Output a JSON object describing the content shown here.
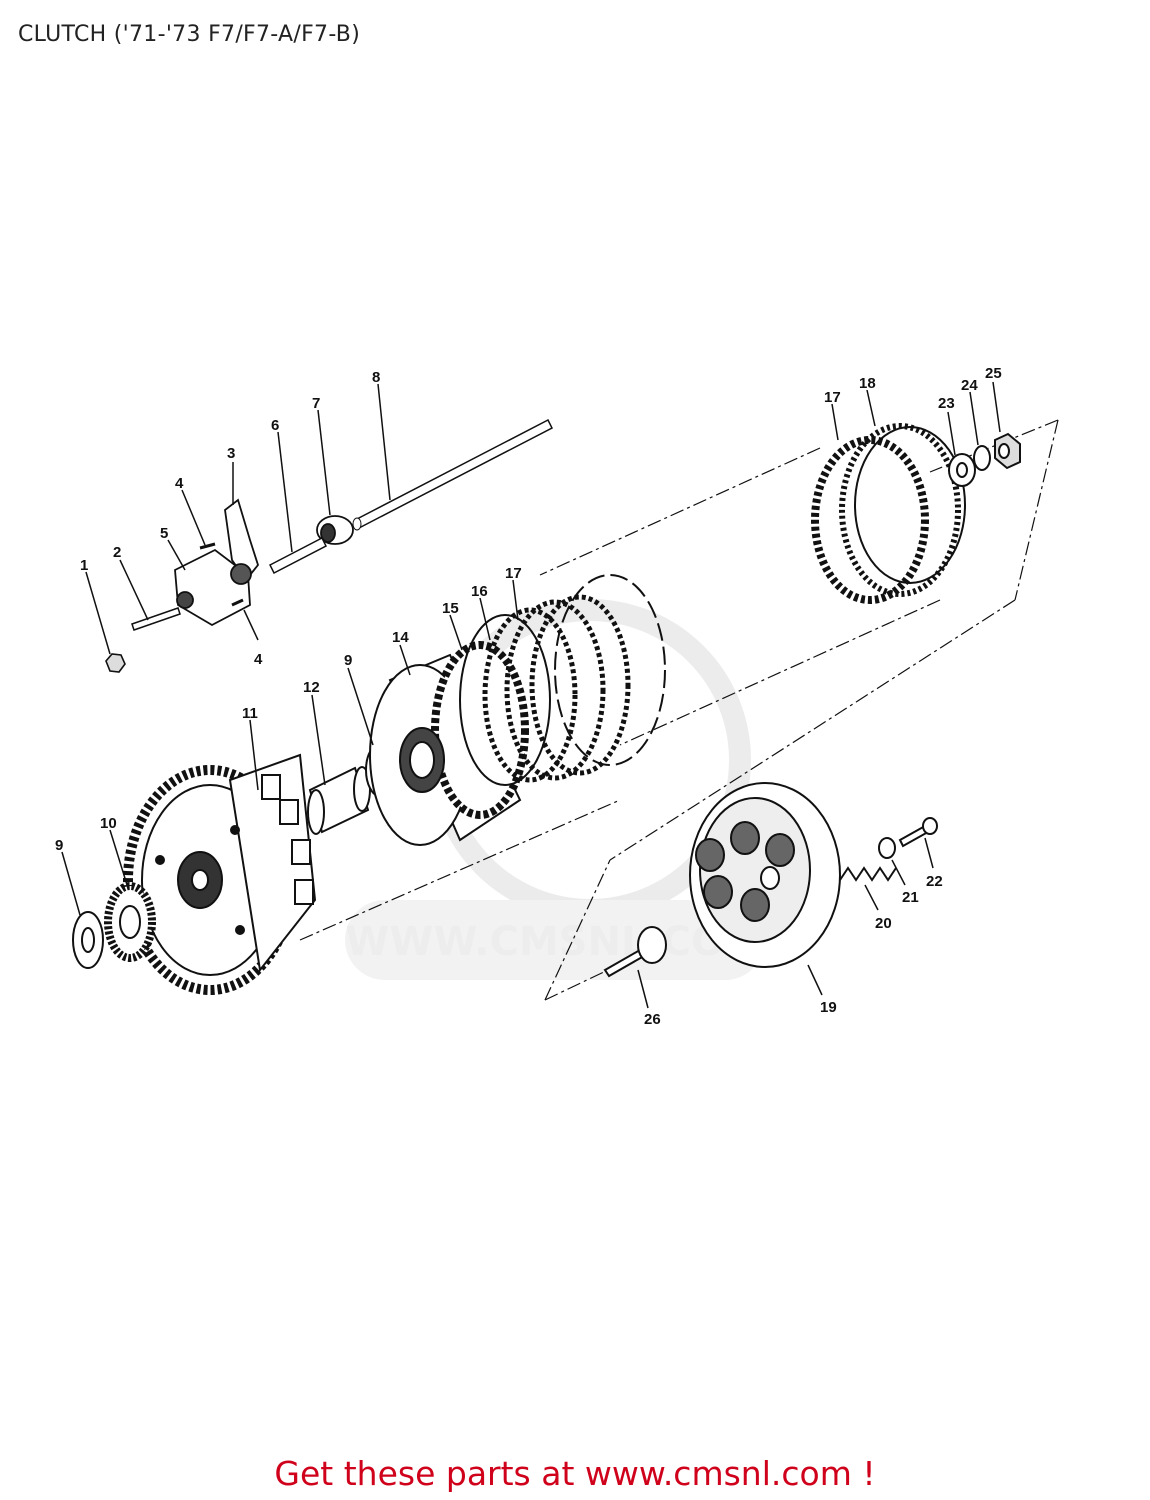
{
  "page": {
    "title": "CLUTCH ('71-'73 F7/F7-A/F7-B)",
    "footer": "Get these parts at www.cmsnl.com !"
  },
  "watermark": {
    "text": "WWW.CMSNL.COM"
  },
  "callouts": [
    {
      "id": "c1",
      "label": "1"
    },
    {
      "id": "c2",
      "label": "2"
    },
    {
      "id": "c3",
      "label": "3"
    },
    {
      "id": "c4a",
      "label": "4"
    },
    {
      "id": "c4b",
      "label": "4"
    },
    {
      "id": "c5",
      "label": "5"
    },
    {
      "id": "c6",
      "label": "6"
    },
    {
      "id": "c7",
      "label": "7"
    },
    {
      "id": "c8",
      "label": "8"
    },
    {
      "id": "c9a",
      "label": "9"
    },
    {
      "id": "c9b",
      "label": "9"
    },
    {
      "id": "c10",
      "label": "10"
    },
    {
      "id": "c11",
      "label": "11"
    },
    {
      "id": "c12",
      "label": "12"
    },
    {
      "id": "c14",
      "label": "14"
    },
    {
      "id": "c15",
      "label": "15"
    },
    {
      "id": "c16",
      "label": "16"
    },
    {
      "id": "c17a",
      "label": "17"
    },
    {
      "id": "c17b",
      "label": "17"
    },
    {
      "id": "c18",
      "label": "18"
    },
    {
      "id": "c19",
      "label": "19"
    },
    {
      "id": "c20",
      "label": "20"
    },
    {
      "id": "c21",
      "label": "21"
    },
    {
      "id": "c22",
      "label": "22"
    },
    {
      "id": "c23",
      "label": "23"
    },
    {
      "id": "c24",
      "label": "24"
    },
    {
      "id": "c25",
      "label": "25"
    },
    {
      "id": "c26",
      "label": "26"
    }
  ],
  "colors": {
    "line": "#111111",
    "footer": "#d0021b",
    "watermark": "#cfcfcf"
  }
}
